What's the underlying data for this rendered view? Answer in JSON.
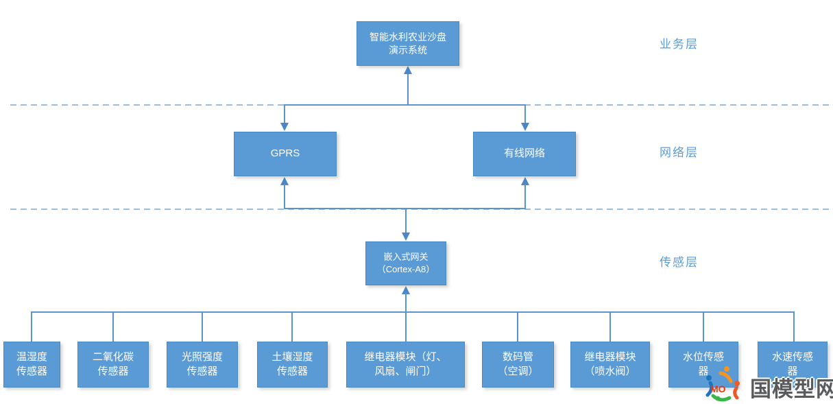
{
  "layers": [
    {
      "label": "业务层"
    },
    {
      "label": "网络层"
    },
    {
      "label": "传感层"
    }
  ],
  "nodes": {
    "business": {
      "label": "智能水利农业沙盘\n演示系统"
    },
    "gprs": {
      "label": "GPRS"
    },
    "wired": {
      "label": "有线网络"
    },
    "gateway": {
      "label": "嵌入式网关\n（Cortex-A8）"
    },
    "sensors": [
      {
        "label": "温湿度\n传感器"
      },
      {
        "label": "二氧化碳\n传感器"
      },
      {
        "label": "光照强度\n传感器"
      },
      {
        "label": "土壤湿度\n传感器"
      },
      {
        "label": "继电器模块（灯、\n风扇、闸门）"
      },
      {
        "label": "数码管\n（空调）"
      },
      {
        "label": "继电器模块\n（喷水阀）"
      },
      {
        "label": "水位传感\n器"
      },
      {
        "label": "水速传感\n器"
      }
    ]
  },
  "watermark": {
    "logo_text": "MO",
    "text": "国模型网"
  },
  "colors": {
    "box_fill": "#5B9BD5",
    "box_border": "#4a88c4",
    "line": "#5b94cd",
    "dashed_line": "#9cbbdd",
    "layer_label": "#5B9BD5",
    "watermark_text": "#585a5c"
  }
}
